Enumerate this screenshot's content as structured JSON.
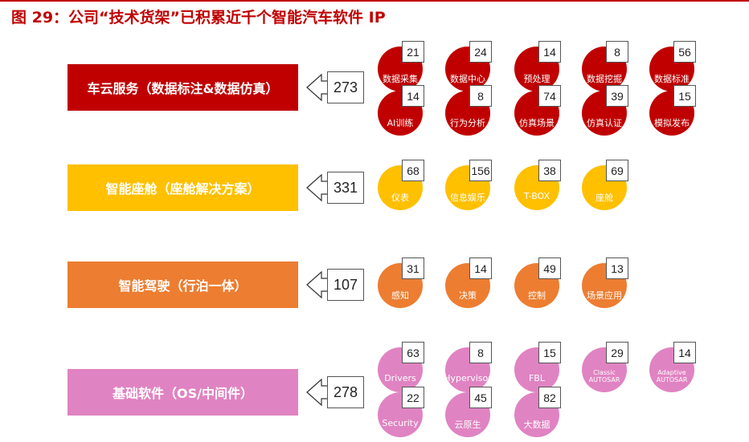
{
  "title": "图 29：公司“技术货架”已积累近千个智能汽车软件 IP",
  "colors": {
    "red": "#c00000",
    "yellow": "#ffc000",
    "orange": "#ed7d31",
    "pink": "#e083c2"
  },
  "categories": [
    {
      "label": "车云服务（数据标注&数据仿真）",
      "count": "273",
      "color": "#c00000",
      "items": [
        {
          "value": "21",
          "label": "数据采集"
        },
        {
          "value": "24",
          "label": "数据中心"
        },
        {
          "value": "14",
          "label": "预处理"
        },
        {
          "value": "8",
          "label": "数据挖掘"
        },
        {
          "value": "56",
          "label": "数据标准"
        },
        {
          "value": "14",
          "label": "AI训练"
        },
        {
          "value": "8",
          "label": "行为分析"
        },
        {
          "value": "74",
          "label": "仿真场景"
        },
        {
          "value": "39",
          "label": "仿真认证"
        },
        {
          "value": "15",
          "label": "模拟发布"
        }
      ]
    },
    {
      "label": "智能座舱（座舱解决方案）",
      "count": "331",
      "color": "#ffc000",
      "items": [
        {
          "value": "68",
          "label": "仪表"
        },
        {
          "value": "156",
          "label": "信息娱乐"
        },
        {
          "value": "38",
          "label": "T-BOX"
        },
        {
          "value": "69",
          "label": "座舱"
        }
      ]
    },
    {
      "label": "智能驾驶（行泊一体）",
      "count": "107",
      "color": "#ed7d31",
      "items": [
        {
          "value": "31",
          "label": "感知"
        },
        {
          "value": "14",
          "label": "决策"
        },
        {
          "value": "49",
          "label": "控制"
        },
        {
          "value": "13",
          "label": "场景应用"
        }
      ]
    },
    {
      "label": "基础软件（OS/中间件）",
      "count": "278",
      "color": "#e083c2",
      "items": [
        {
          "value": "63",
          "label": "Drivers"
        },
        {
          "value": "8",
          "label": "Hypervisor"
        },
        {
          "value": "15",
          "label": "FBL"
        },
        {
          "value": "29",
          "label": "Classic AUTOSAR"
        },
        {
          "value": "14",
          "label": "Adaptive AUTOSAR"
        },
        {
          "value": "22",
          "label": "Security"
        },
        {
          "value": "45",
          "label": "云原生"
        },
        {
          "value": "82",
          "label": "大数据"
        }
      ]
    }
  ]
}
